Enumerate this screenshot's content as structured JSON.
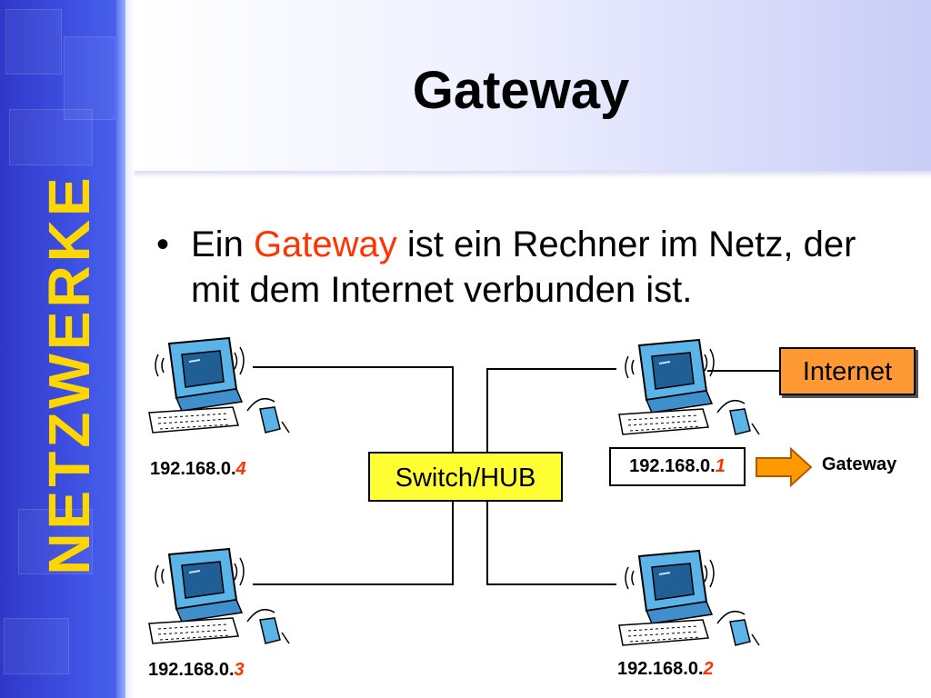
{
  "slide": {
    "title": "Gateway",
    "side_title": "NETZWERKE",
    "bullet": {
      "marker": "•",
      "before": "Ein ",
      "highlight": "Gateway",
      "after": " ist ein Rechner im Netz, der mit dem Internet verbunden ist."
    }
  },
  "diagram": {
    "switch_label": "Switch/HUB",
    "internet_label": "Internet",
    "gateway_label": "Gateway",
    "computers": [
      {
        "ip_prefix": "192.168.0.",
        "ip_suffix": "4"
      },
      {
        "ip_prefix": "192.168.0.",
        "ip_suffix": "1"
      },
      {
        "ip_prefix": "192.168.0.",
        "ip_suffix": "3"
      },
      {
        "ip_prefix": "192.168.0.",
        "ip_suffix": "2"
      }
    ]
  },
  "colors": {
    "side_band": "#3d4fe0",
    "side_title": "#ffd700",
    "highlight": "#ff3300",
    "switch_fill": "#ffff33",
    "internet_fill": "#ff9933",
    "arrow_fill": "#ff9900",
    "monitor": "#5ab4e8"
  }
}
